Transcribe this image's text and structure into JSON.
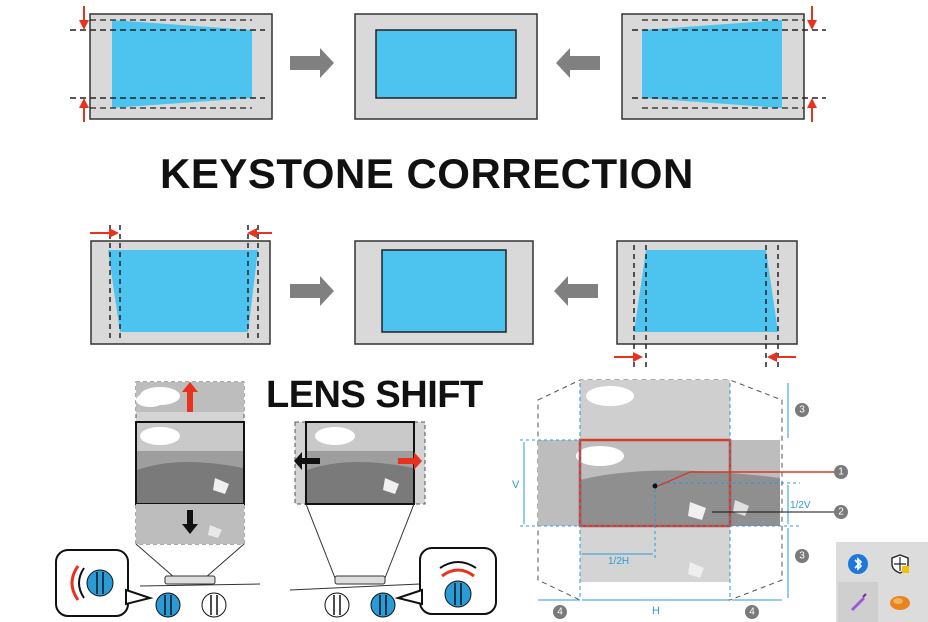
{
  "titles": {
    "keystone": "KEYSTONE CORRECTION",
    "lens_shift": "LENS SHIFT"
  },
  "lens_shift_labels": {
    "v": "V",
    "half_v": "1/2V",
    "half_h": "1/2H",
    "h": "H"
  },
  "callouts": [
    "1",
    "2",
    "3",
    "3",
    "4",
    "4"
  ],
  "colors": {
    "screen_blue": "#4dc4ef",
    "projector_gray": "#d9d9d9",
    "arrow_red": "#e8321f",
    "arrow_gray": "#808080",
    "dimension_blue": "#2a9bd6"
  },
  "tray": {
    "icons": [
      "bluetooth-icon",
      "security-shield-icon",
      "pen-icon",
      "cloud-app-icon"
    ]
  }
}
